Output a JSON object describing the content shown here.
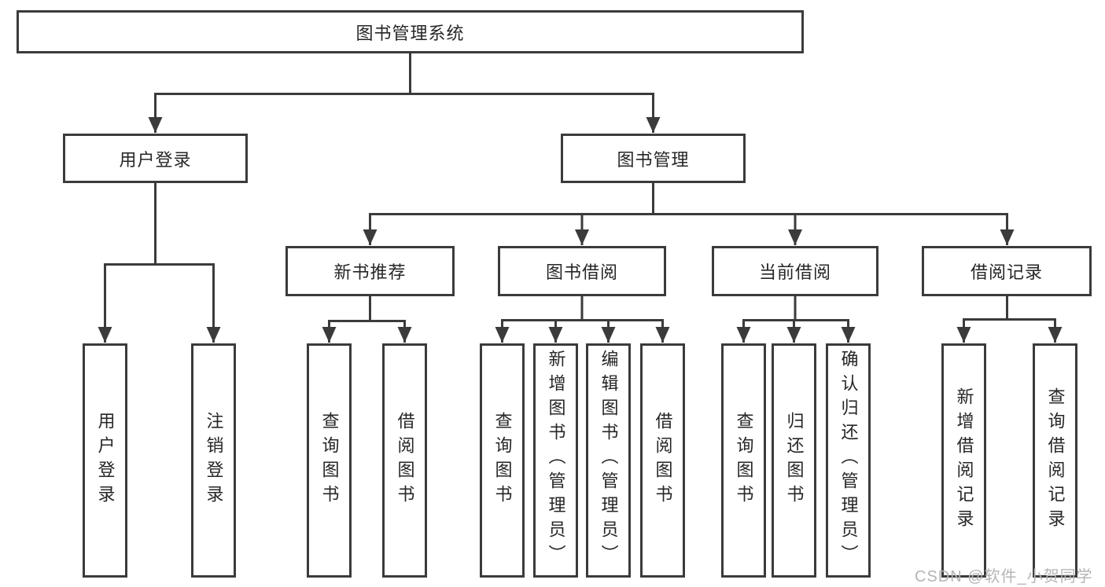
{
  "tree": {
    "root": {
      "label": "图书管理系统"
    },
    "branches": [
      {
        "label": "用户登录",
        "children": [
          {
            "label": "用户登录"
          },
          {
            "label": "注销登录"
          }
        ]
      },
      {
        "label": "图书管理",
        "children": [
          {
            "label": "新书推荐",
            "children": [
              {
                "label": "查询图书"
              },
              {
                "label": "借阅图书"
              }
            ]
          },
          {
            "label": "图书借阅",
            "children": [
              {
                "label": "查询图书"
              },
              {
                "label": "新增图书（管理员）"
              },
              {
                "label": "编辑图书（管理员）"
              },
              {
                "label": "借阅图书"
              }
            ]
          },
          {
            "label": "当前借阅",
            "children": [
              {
                "label": "查询图书"
              },
              {
                "label": "归还图书"
              },
              {
                "label": "确认归还（管理员）"
              }
            ]
          },
          {
            "label": "借阅记录",
            "children": [
              {
                "label": "新增借阅记录"
              },
              {
                "label": "查询借阅记录"
              }
            ]
          }
        ]
      }
    ]
  },
  "watermark": "CSDN @软件_小贺同学",
  "colors": {
    "line": "#3b3b3b",
    "text": "#262626",
    "watermark": "#b5b5b5",
    "background": "#ffffff"
  }
}
